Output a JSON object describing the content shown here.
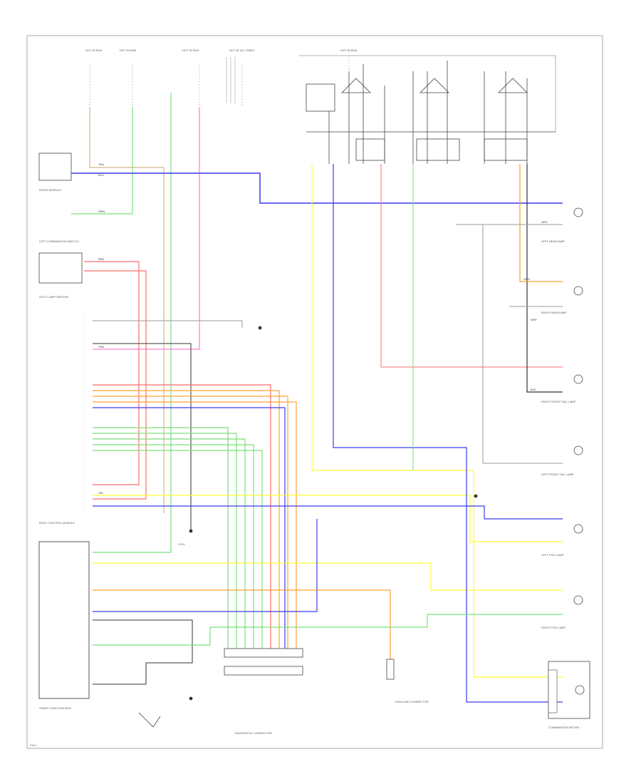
{
  "colors": {
    "tan": "#d2b48c",
    "blue": "#3a3af0",
    "green": "#7be07b",
    "red": "#ff6b6b",
    "pink": "#ff7fcf",
    "yellow": "#ffff33",
    "orange": "#ffa033",
    "gray": "#999999",
    "black": "#333333",
    "lightgray": "#bbbbbb"
  },
  "fuses": {
    "f1": "HOT IN RUN",
    "f2": "HOT IN RUN",
    "f3": "HOT IN RUN",
    "f4": "HOT AT ALL TIMES",
    "f5": "HOT IN RUN"
  },
  "labels": {
    "module_left_top": "DIODE MODULE",
    "left_combo": "LEFT COMBINATION SWITCH",
    "auto_unit": "AUTO LAMP SENSOR",
    "body_control": "BODY CONTROL MODULE",
    "bottom_left": "SMART JUNCTION BOX",
    "data_link": "DATA LINK CONNECTOR",
    "diag_conn": "DIAGNOSTIC CONNECTOR",
    "combination_meter": "COMBINATION METER",
    "left_headlamp": "LEFT HEADLAMP",
    "right_headlamp": "RIGHT HEADLAMP",
    "right_front_tail": "RIGHT FRONT TAIL LAMP",
    "left_front_tail": "LEFT FRONT TAIL LAMP",
    "left_fog": "LEFT FOG LAMP",
    "right_fog": "RIGHT FOG LAMP",
    "ground": "G101",
    "footer": "FIG 1"
  },
  "wire_labels": {
    "w1": "WHT",
    "w2": "BLU",
    "w3": "GRN",
    "w4": "RED",
    "w5": "YEL",
    "w6": "ORG",
    "w7": "BLK",
    "w8": "PNK",
    "w9": "TAN",
    "w10": "GRY"
  }
}
